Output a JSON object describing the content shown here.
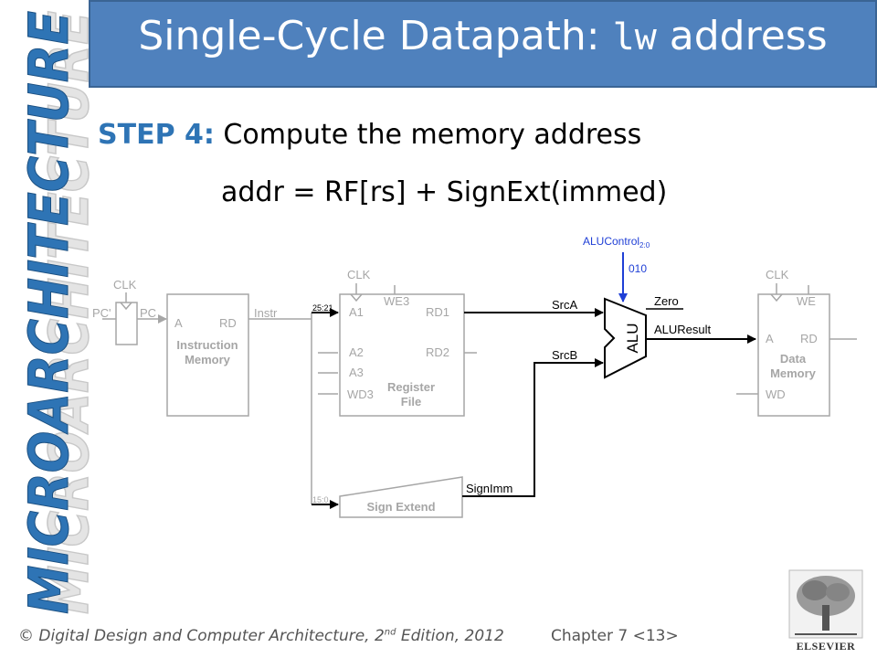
{
  "title": {
    "prefix": "Single-Cycle Datapath: ",
    "code": "lw",
    "suffix": " address"
  },
  "sidebar": {
    "text": "MICROARCHITECTURE"
  },
  "step": {
    "label": "STEP 4:",
    "text": " Compute the memory address"
  },
  "formula": "addr = RF[rs] + SignExt(immed)",
  "diagram": {
    "pc_prime": "PC'",
    "pc": "PC",
    "clk_pc": "CLK",
    "imem_a": "A",
    "imem_rd": "RD",
    "imem_title_1": "Instruction",
    "imem_title_2": "Memory",
    "instr": "Instr",
    "bits_rs": "25:21",
    "bits_imm": "15:0",
    "clk_rf": "CLK",
    "rf_we3": "WE3",
    "rf_a1": "A1",
    "rf_a2": "A2",
    "rf_a3": "A3",
    "rf_wd3": "WD3",
    "rf_rd1": "RD1",
    "rf_rd2": "RD2",
    "rf_title_1": "Register",
    "rf_title_2": "File",
    "signext_title": "Sign Extend",
    "signimm": "SignImm",
    "srca": "SrcA",
    "srcb": "SrcB",
    "alu": "ALU",
    "alucontrol": "ALUControl",
    "alucontrol_sub": "2:0",
    "alucontrol_value": "010",
    "zero": "Zero",
    "aluresult": "ALUResult",
    "clk_dm": "CLK",
    "dm_we": "WE",
    "dm_a": "A",
    "dm_rd": "RD",
    "dm_wd": "WD",
    "dm_title_1": "Data",
    "dm_title_2": "Memory"
  },
  "footer": {
    "copyright": "© ",
    "book": "Digital Design and Computer Architecture",
    "edition_pre": ", 2",
    "edition_sup": "nd",
    "edition_post": " Edition, 2012",
    "chapter": "Chapter 7 <13>"
  },
  "publisher": "ELSEVIER",
  "colors": {
    "title_bg": "#4f81bd",
    "step_label": "#2e74b5",
    "active_wire": "#000000",
    "inactive_wire": "#a6a6a6",
    "control_wire": "#1f3fd6"
  }
}
